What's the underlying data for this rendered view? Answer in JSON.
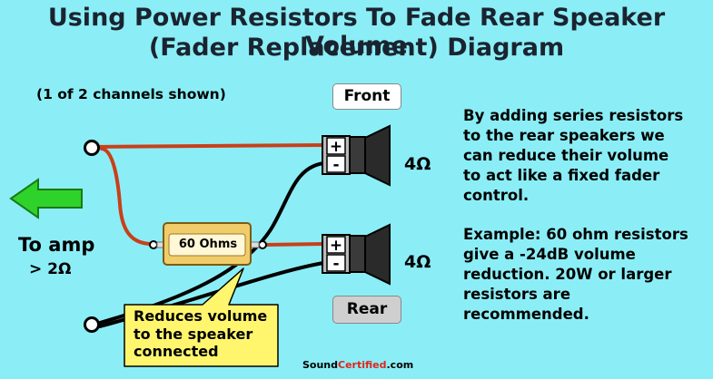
{
  "title_line1": "Using Power Resistors To Fade Rear Speaker Volume",
  "title_line2": "(Fader Replacement) Diagram",
  "channels_note": "(1 of 2 channels shown)",
  "front_label": "Front",
  "rear_label": "Rear",
  "front_impedance": "4Ω",
  "rear_impedance": "4Ω",
  "amp_label": "To amp",
  "amp_min": "> 2Ω",
  "resistor_label": "60 Ohms",
  "terminal_plus": "+",
  "terminal_minus": "-",
  "callout": "Reduces volume\nto the speaker\nconnected",
  "description": "By adding series resistors\nto the rear speakers we\ncan reduce their volume\nto act like a fixed fader\ncontrol.",
  "example": "Example: 60 ohm resistors\ngive a -24dB volume\nreduction. 20W or larger\nresistors are\nrecommended.",
  "brand_part1": "Sound",
  "brand_part2": "Certified",
  "brand_part3": ".com",
  "colors": {
    "background": "#8beef6",
    "positive_wire": "#c8401a",
    "negative_wire": "#000000",
    "arrow": "#2fd22b",
    "resistor": "#f1cc6a",
    "callout": "#fff66e",
    "speaker": "#2a2a2a"
  }
}
